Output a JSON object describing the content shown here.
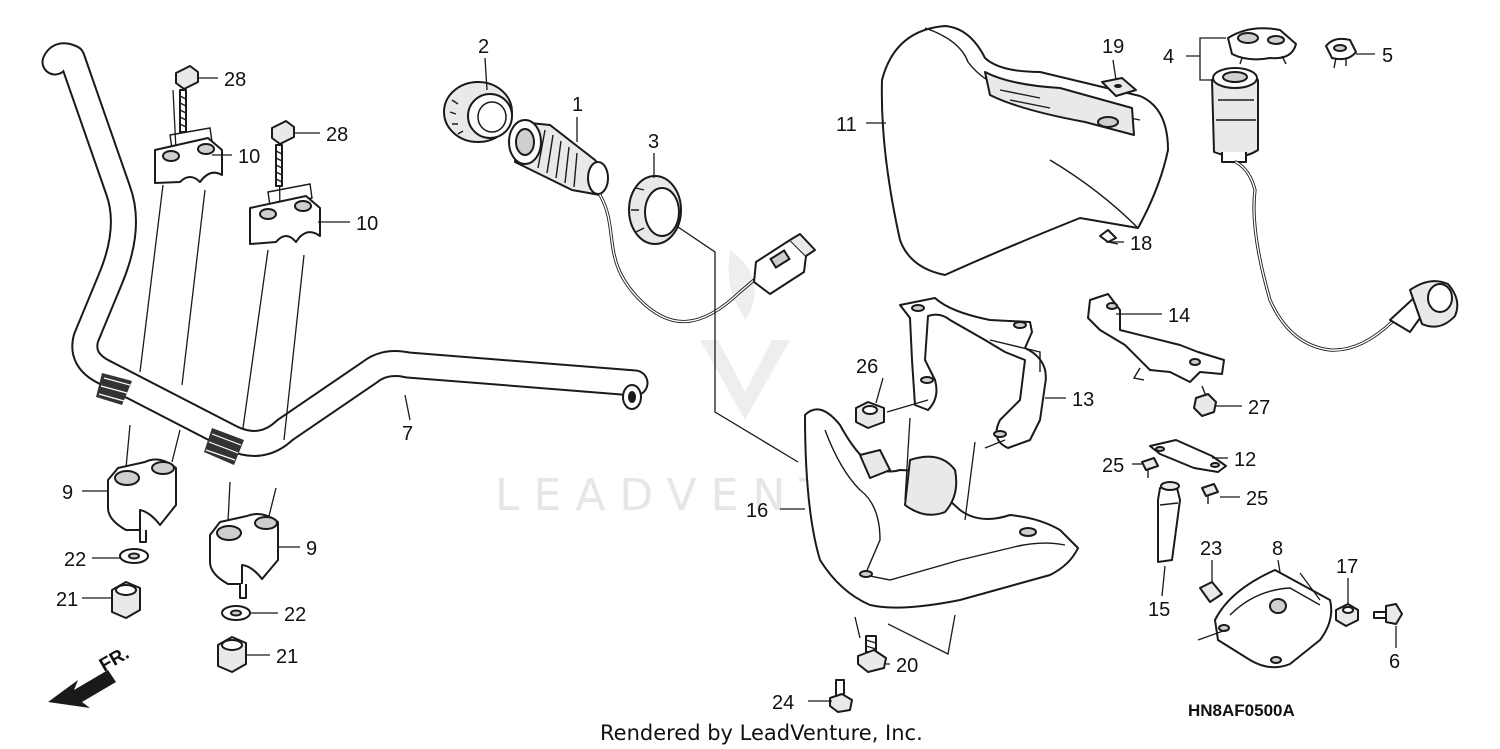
{
  "diagram": {
    "watermark_text": "LEADVENTURE",
    "footer_text": "Rendered by LeadVenture, Inc.",
    "diagram_code": "HN8AF0500A",
    "direction_label": "FR.",
    "callouts": {
      "c1": "1",
      "c2": "2",
      "c3": "3",
      "c4": "4",
      "c5": "5",
      "c6": "6",
      "c7": "7",
      "c8": "8",
      "c9a": "9",
      "c9b": "9",
      "c10a": "10",
      "c10b": "10",
      "c11": "11",
      "c12": "12",
      "c13": "13",
      "c14": "14",
      "c15": "15",
      "c16": "16",
      "c17": "17",
      "c18": "18",
      "c19": "19",
      "c20": "20",
      "c21a": "21",
      "c21b": "21",
      "c22a": "22",
      "c22b": "22",
      "c23": "23",
      "c24": "24",
      "c25a": "25",
      "c25b": "25",
      "c26": "26",
      "c27": "27",
      "c28a": "28",
      "c28b": "28"
    }
  }
}
